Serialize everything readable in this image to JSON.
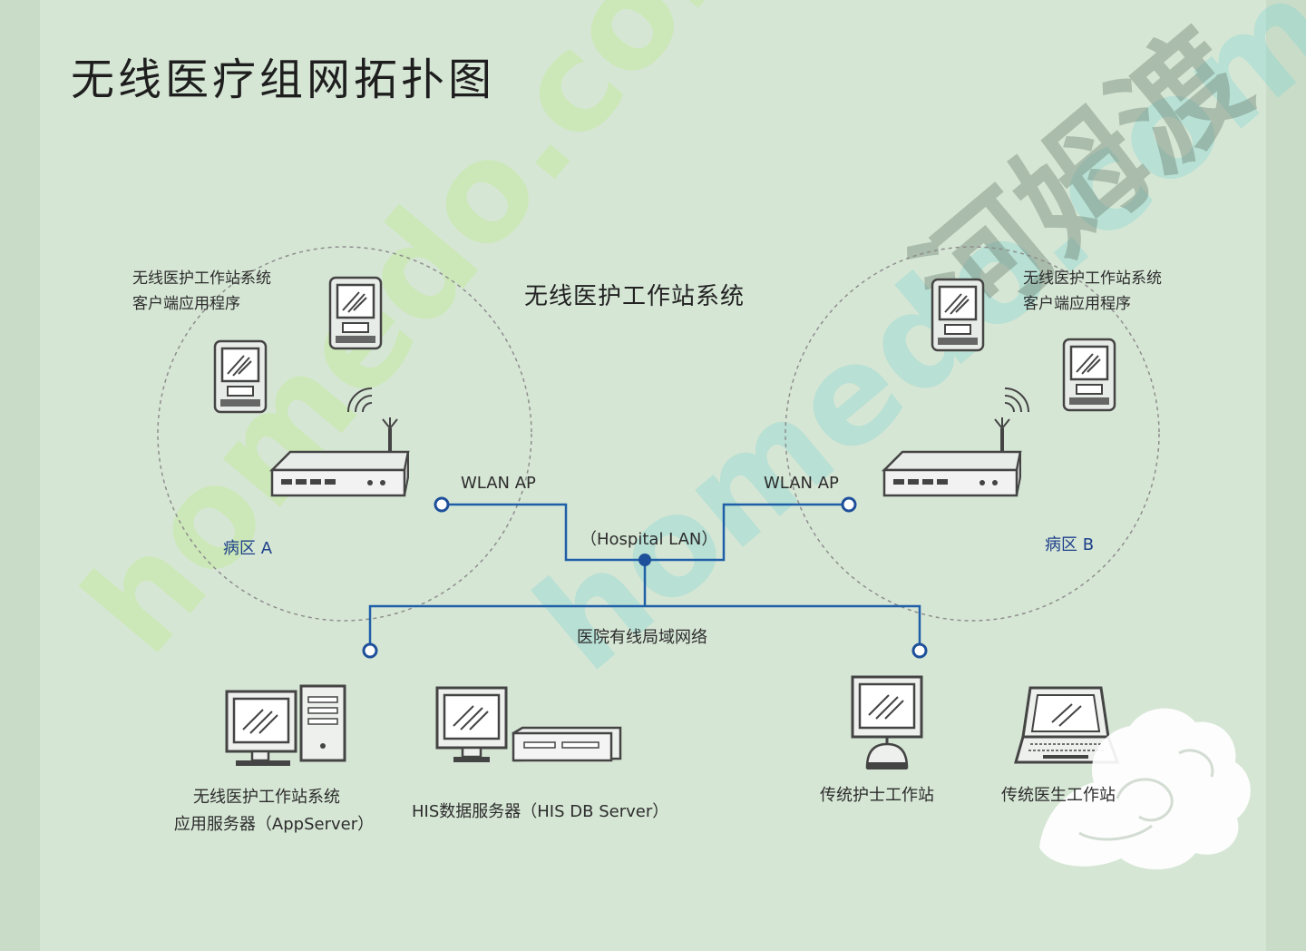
{
  "title": "无线医疗组网拓扑图",
  "system_label": "无线医护工作站系统",
  "ward_a": {
    "client_label_line1": "无线医护工作站系统",
    "client_label_line2": "客户端应用程序",
    "ap_label": "WLAN AP",
    "ward_label": "病区  A"
  },
  "ward_b": {
    "client_label_line1": "无线医护工作站系统",
    "client_label_line2": "客户端应用程序",
    "ap_label": "WLAN AP",
    "ward_label": "病区  B"
  },
  "hospital_lan_label": "（Hospital LAN）",
  "wired_lan_label": "医院有线局域网络",
  "devices": {
    "app_server_line1": "无线医护工作站系统",
    "app_server_line2": "应用服务器（AppServer）",
    "his_db_server": "HIS数据服务器（HIS DB Server）",
    "nurse_station": "传统护士工作站",
    "doctor_station": "传统医生工作站"
  },
  "watermark": {
    "text1": "homedo.com",
    "text2": "homedo.com",
    "text3": "河姆渡"
  },
  "colors": {
    "background": "#d6e6d5",
    "line_blue": "#1f5fa8",
    "node_blue": "#1d4f9a",
    "device_gray": "#555555"
  }
}
